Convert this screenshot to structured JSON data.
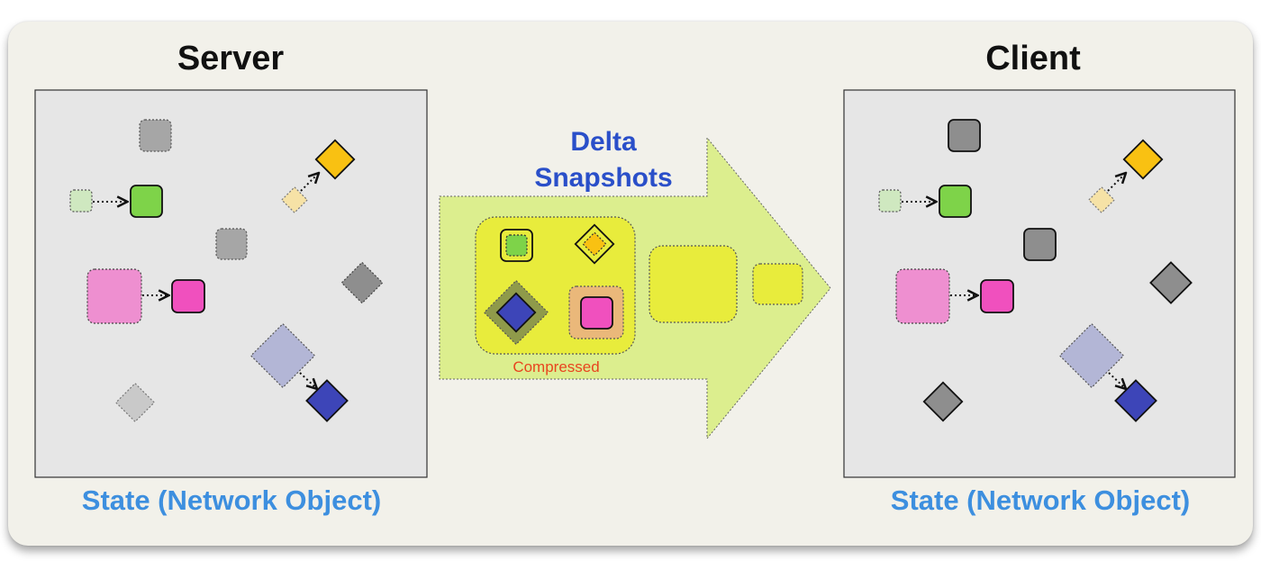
{
  "server": {
    "title": "Server",
    "caption": "State (Network Object)"
  },
  "client": {
    "title": "Client",
    "caption": "State (Network Object)"
  },
  "transfer": {
    "line1": "Delta",
    "line2": "Snapshots",
    "compressed_label": "Compressed"
  },
  "colors": {
    "background": "#f2f1ea",
    "panel": "#e6e6e6",
    "arrow": "#dcee8e",
    "caption": "#3d8fdf",
    "delta_title": "#2a4fc9",
    "compressed_label": "#e8451f",
    "green": "#7ed349",
    "yellow": "#f9c112",
    "magenta": "#f050be",
    "blue": "#3d45b8",
    "gray": "#8e8e8e"
  }
}
